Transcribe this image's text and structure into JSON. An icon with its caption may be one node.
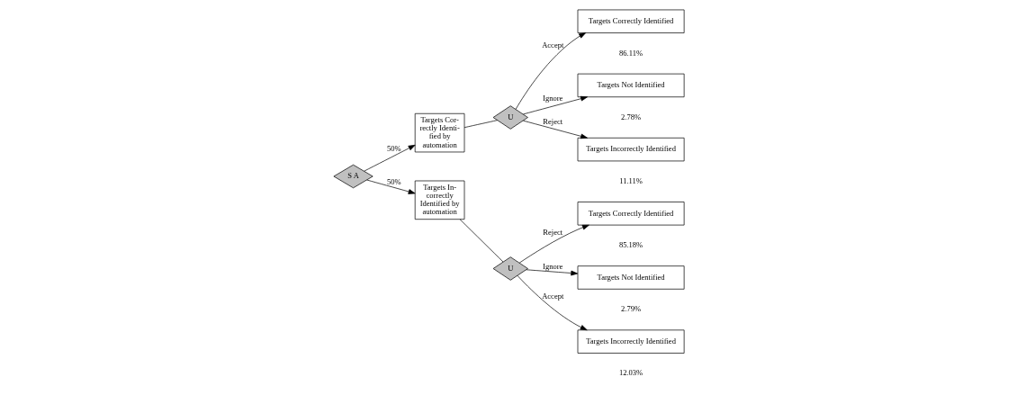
{
  "diagram": {
    "nodes": [
      {
        "text": [
          "S A"
        ]
      },
      {
        "text": [
          "Targets Cor- rectly Identi- fied by automation"
        ]
      },
      {
        "text": [
          "U"
        ]
      },
      {
        "text": [
          "Targets Correctly Identified"
        ],
        "beside": [
          "86.11%"
        ]
      },
      {
        "text": [
          "Targets Not Identified"
        ],
        "beside": [
          "2.78%"
        ]
      },
      {
        "text": [
          "Targets Incorrectly Identified"
        ],
        "beside": [
          "11.11%"
        ]
      },
      {
        "text": [
          "Targets In- correctly Identified by automation"
        ]
      },
      {
        "text": [
          "U"
        ]
      },
      {
        "text": [
          "Targets Correctly Identified"
        ],
        "beside": [
          "85.18%"
        ]
      },
      {
        "text": [
          "Targets Not Identified"
        ],
        "beside": [
          "2.79%"
        ]
      },
      {
        "text": [
          "Targets Incorrectly Identified"
        ],
        "beside": [
          "12.03%"
        ]
      }
    ],
    "edges": [
      {
        "from": 0,
        "to": 1,
        "arrow": "to",
        "label": "50%"
      },
      {
        "from": 0,
        "to": 6,
        "arrow": "to",
        "label": "50%"
      },
      {
        "from": 1,
        "to": 2,
        "arrow": "none"
      },
      {
        "from": 2,
        "to": 3,
        "arrow": "to",
        "label": "Accept"
      },
      {
        "from": 2,
        "to": 4,
        "arrow": "to",
        "label": "Ignore"
      },
      {
        "from": 2,
        "to": 5,
        "arrow": "to",
        "label": "Reject"
      },
      {
        "from": 6,
        "to": 7,
        "arrow": "none"
      },
      {
        "from": 7,
        "to": 8,
        "arrow": "to",
        "label": "Reject"
      },
      {
        "from": 7,
        "to": 9,
        "arrow": "to",
        "label": "Ignore"
      },
      {
        "from": 7,
        "to": 10,
        "arrow": "to",
        "label": "Accept"
      }
    ]
  }
}
